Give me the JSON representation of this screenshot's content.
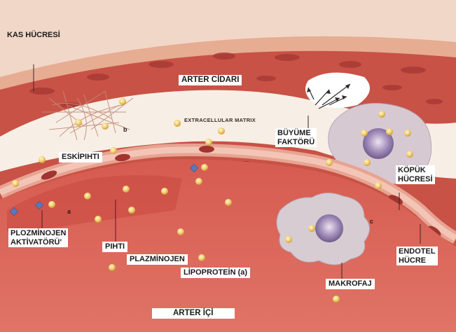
{
  "colors": {
    "wall_outer": "#e2a08d",
    "wall_red": "#c64e43",
    "lumen": "#d2544c",
    "matrix": "#f6eee4",
    "lipid": "#f4d17a",
    "macrophage": "#d2c7cf",
    "nucleus": "#8c76a6",
    "activator": "#5b78b8"
  },
  "labels": {
    "kas_hucresi": "KAS HÜCRESİ",
    "arter_cidari": "ARTER CİDARI",
    "extracellular_matrix": "EXTRACELLULAR MATRIX",
    "buyume_1": "BÜYÜME",
    "buyume_2": "FAKTÖRÜ",
    "eskipihti": "ESKİPIHTI",
    "kopuk_1": "KÖPÜK",
    "kopuk_2": "HÜCRESİ",
    "plazminojen_akt_1": "PLOZMİNOJEN",
    "plazminojen_akt_2": "AKTİVATÖRÜ'",
    "pihti": "PIHTI",
    "plazminojen": "PLAZMİNOJEN",
    "lipoprotein": "LİPOPROTEİN (a)",
    "endotel_1": "ENDOTEL",
    "endotel_2": "HÜCRE",
    "makrofaj": "MAKROFAJ",
    "arter_ici": "ARTER İÇİ",
    "letter_a": "a",
    "letter_b": "b",
    "letter_c": "c"
  }
}
